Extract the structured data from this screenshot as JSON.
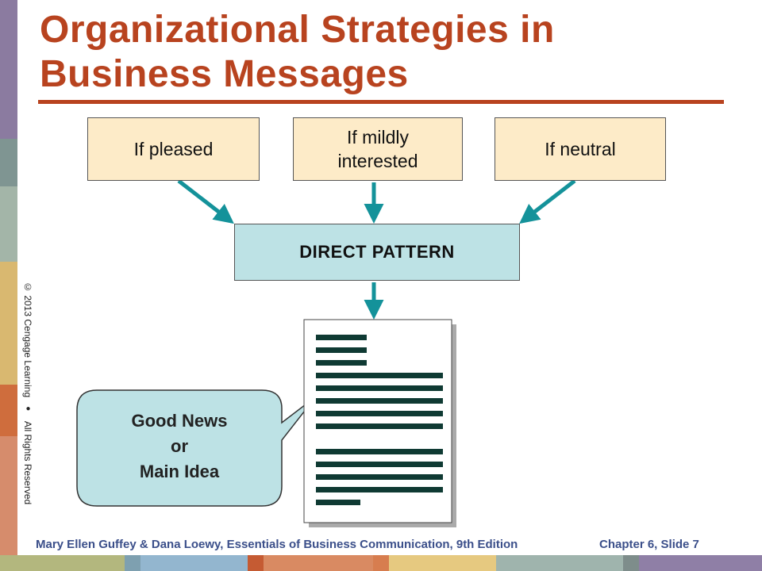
{
  "title": {
    "line1": "Organizational Strategies in",
    "line2": "Business Messages"
  },
  "conditions": [
    {
      "label": "If pleased"
    },
    {
      "label": "If mildly interested"
    },
    {
      "label": "If neutral"
    }
  ],
  "pattern": {
    "label": "DIRECT PATTERN"
  },
  "callout": {
    "line1": "Good News",
    "line2": "or",
    "line3": "Main Idea"
  },
  "copyright": {
    "left": "© 2013 Cengage Learning",
    "separator": "●",
    "right": "All Rights Reserved"
  },
  "footer": {
    "left": "Mary Ellen Guffey & Dana Loewy, Essentials of Business Communication, 9th Edition",
    "right": "Chapter 6, Slide 7"
  },
  "colors": {
    "title": "#b8431f",
    "condition_fill": "#fdebc8",
    "pattern_fill": "#bde2e5",
    "arrow": "#14929a",
    "doc_lines": "#0f3a33",
    "footer_text": "#3b4f8a"
  },
  "icons": {
    "document": "document-icon",
    "arrow": "arrow-down-icon"
  }
}
